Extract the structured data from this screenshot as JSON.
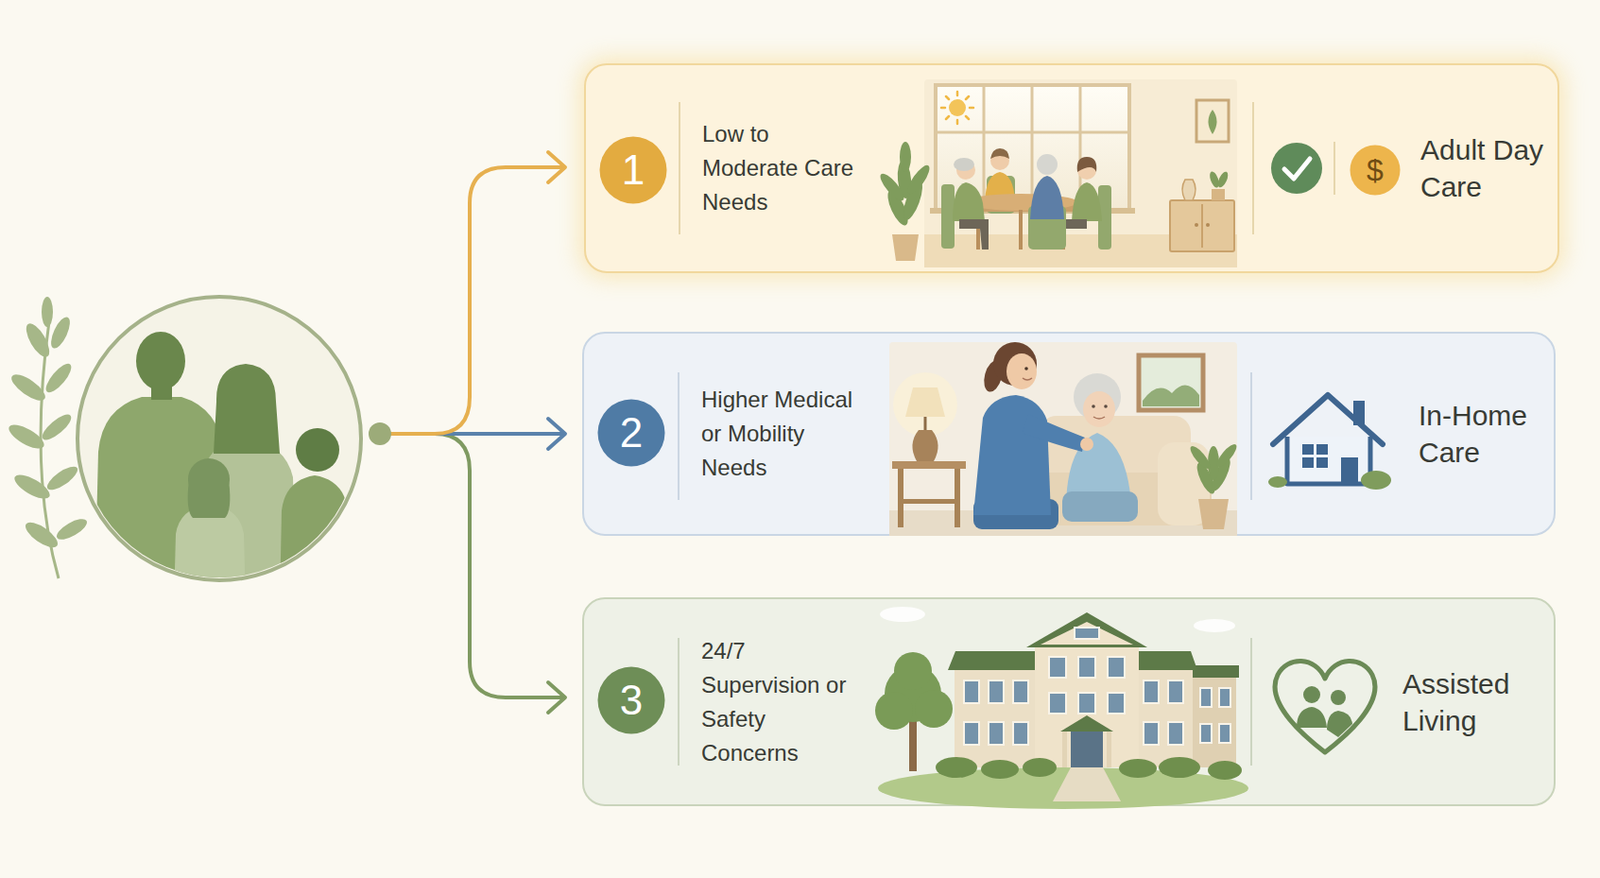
{
  "diagram": {
    "nodes": [
      {
        "text": [
          "Low to Moderate Care Needs",
          "Adult Day Care"
        ]
      },
      {
        "text": [
          "1"
        ],
        "in": 0
      },
      {
        "text": [
          "$"
        ],
        "in": 0
      },
      {
        "text": [
          "Higher Medical or Mobility Needs",
          "In-Home Care"
        ]
      },
      {
        "text": [
          "2"
        ],
        "in": 3
      },
      {
        "text": [
          "24/7 Supervision or Safety Concerns",
          "Assisted Living"
        ]
      },
      {
        "text": [
          "3"
        ],
        "in": 5
      }
    ]
  }
}
